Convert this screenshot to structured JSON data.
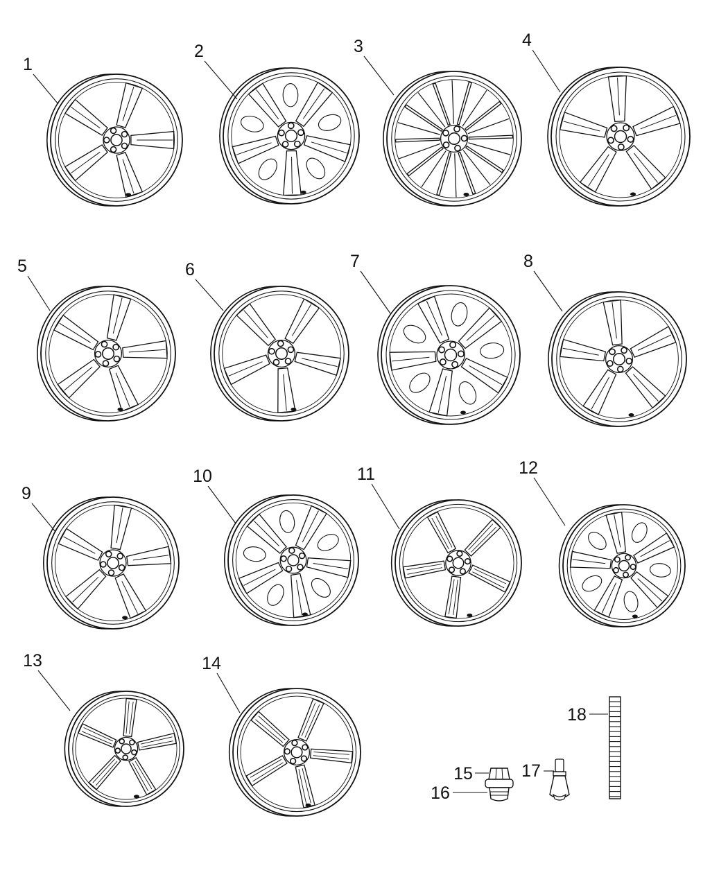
{
  "diagram": {
    "parts": [
      {
        "callout": "1",
        "kind": "wheel",
        "spokes": 5,
        "style": "split"
      },
      {
        "callout": "2",
        "kind": "wheel",
        "spokes": 5,
        "style": "windowed"
      },
      {
        "callout": "3",
        "kind": "wheel",
        "spokes": 10,
        "style": "thin"
      },
      {
        "callout": "4",
        "kind": "wheel",
        "spokes": 5,
        "style": "split-multi"
      },
      {
        "callout": "5",
        "kind": "wheel",
        "spokes": 5,
        "style": "split"
      },
      {
        "callout": "6",
        "kind": "wheel",
        "spokes": 5,
        "style": "straight"
      },
      {
        "callout": "7",
        "kind": "wheel",
        "spokes": 5,
        "style": "double"
      },
      {
        "callout": "8",
        "kind": "wheel",
        "spokes": 5,
        "style": "split-curved"
      },
      {
        "callout": "9",
        "kind": "wheel",
        "spokes": 5,
        "style": "split"
      },
      {
        "callout": "10",
        "kind": "wheel",
        "spokes": 5,
        "style": "windowed"
      },
      {
        "callout": "11",
        "kind": "wheel",
        "spokes": 5,
        "style": "star"
      },
      {
        "callout": "12",
        "kind": "wheel",
        "spokes": 5,
        "style": "windowed"
      },
      {
        "callout": "13",
        "kind": "wheel",
        "spokes": 5,
        "style": "star"
      },
      {
        "callout": "14",
        "kind": "wheel",
        "spokes": 5,
        "style": "star"
      },
      {
        "callout": "15",
        "kind": "lug-nut-cap"
      },
      {
        "callout": "16",
        "kind": "lug-nut"
      },
      {
        "callout": "17",
        "kind": "valve-stem"
      },
      {
        "callout": "18",
        "kind": "balance-weight"
      }
    ]
  },
  "colors": {
    "ink": "#111111",
    "paper": "#ffffff"
  }
}
